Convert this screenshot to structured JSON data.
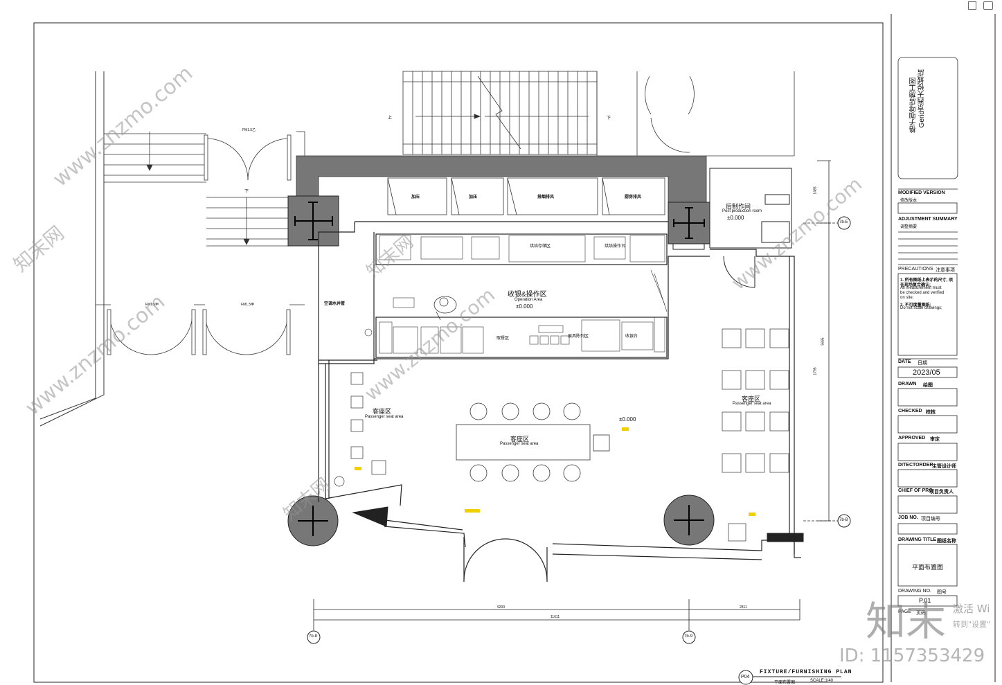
{
  "project_title": "Gerid京西大悦城店",
  "project_subtitle": "格子咖啡店施工图",
  "title_block": {
    "modified_version_en": "MODIFIED VERSION",
    "modified_version_cn": "修改版本",
    "adjustment_summary_en": "ADJUSTMENT SUMMARY",
    "adjustment_summary_cn": "调整摘要",
    "precautions_en": "PRECAUTIONS",
    "precautions_cn": "注意事项",
    "precaution_1_cn": "1. 所有图纸上表示的尺寸, 须",
    "precaution_1_cn_b": "在现场复合确认;",
    "precaution_1_en_a": "All measurement must",
    "precaution_1_en_b": "be checked and verified",
    "precaution_1_en_c": "on site;",
    "precaution_2_cn": "2. 不可度量图纸;",
    "precaution_2_en": "Do not scale drawings;",
    "date_en": "DATE",
    "date_cn": "日期",
    "date_value": "2023/05",
    "drawn_en": "DRAWN",
    "drawn_cn": "绘图",
    "checked_en": "CHECKED",
    "checked_cn": "校核",
    "approved_en": "APPROVED",
    "approved_cn": "审定",
    "director_en": "DITECTORDER",
    "director_cn": "主管设计师",
    "chief_en": "CHIEF OF PRO",
    "chief_cn": "项目负责人",
    "job_no_en": "JOB NO.",
    "job_no_cn": "项目编号",
    "drawing_title_en": "DRAWING TITLE",
    "drawing_title_cn": "图纸名称",
    "drawing_title_value": "平面布置图",
    "drawing_no_en": "DRAWING NO.",
    "drawing_no_cn": "图号",
    "drawing_no_value": "P.01",
    "page_en": "PAGE",
    "page_cn": "页码"
  },
  "plan_labels": {
    "zone_operation_cn": "收银&操作区",
    "zone_operation_en": "Operation Area",
    "level_1": "±0.000",
    "level_2": "±0.000",
    "level_3": "±0.000",
    "postroom_cn": "后制作间",
    "postroom_en": "Post production room",
    "seat_left_cn": "客座区",
    "seat_left_en": "Passenger seat area",
    "seat_center_cn": "客座区",
    "seat_center_en": "Passenger seat area",
    "seat_right_cn": "客座区",
    "seat_right_en": "Passenger seat area",
    "baking_storage": "烘焙存储区",
    "baking_table": "烘焙操作台",
    "pickup": "取餐区",
    "display": "展具陈列区",
    "cashier": "收银台",
    "ac_pipe": "空调水井管",
    "pressure_1": "加压",
    "pressure_2": "加压",
    "exhaust_1": "排烟排风",
    "exhaust_2": "厨房排风",
    "stair_up": "上",
    "stair_down": "下",
    "stair_down_left": "下",
    "door_fm1": "FM1.5乙",
    "door_fm2": "FM1.5甲",
    "door_fm3": "FM1.5甲",
    "dim_top": "1485",
    "dim_right": "5695",
    "dim_mid": "1795",
    "dim_bottom_a": "9200",
    "dim_bottom_b": "2811",
    "dim_bottom_total": "11611",
    "axis_top": "7b-E",
    "axis_right": "7b-B",
    "axis_bottom_left": "7b-8",
    "axis_bottom_mid": "7b-9"
  },
  "drawing_caption": {
    "code": "P04",
    "title_en": "FIXTURE/FURNISHING PLAN",
    "title_cn": "平面布置图",
    "scale": "SCALE:1/40"
  },
  "watermarks": {
    "site": "www.znzmo.com",
    "brand_cn": "知末网",
    "brand_logo": "知末",
    "id_text": "ID: 1157353429",
    "activate": "激活 Wi",
    "activate_sub": "转到\"设置\""
  }
}
